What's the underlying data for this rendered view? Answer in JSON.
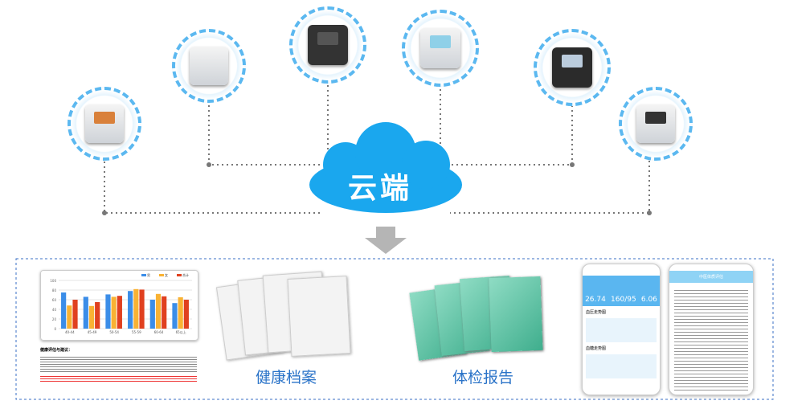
{
  "cloud": {
    "label": "云端",
    "color": "#1aa7ee"
  },
  "devices": [
    "biochemistry-analyzer",
    "blood-analyzer",
    "ultrasound",
    "ecg-machine",
    "blood-pressure-monitor",
    "urine-analyzer"
  ],
  "outputs": {
    "report_doc": {
      "title": "健康评估与建议："
    },
    "health_records": {
      "label": "健康档案"
    },
    "exam_report": {
      "label": "体检报告"
    },
    "app": {
      "bmi": "26.74",
      "bp": "160/95",
      "glucose": "6.06",
      "section1": "血压走势图",
      "section2": "血糖走势图",
      "title2": "中医体质评估"
    }
  },
  "chart_data": {
    "type": "bar",
    "categories": [
      "40-44",
      "45-49",
      "50-54",
      "55-59",
      "60-64",
      "65以上"
    ],
    "ylim": [
      0,
      100
    ],
    "yticks": [
      0,
      20,
      40,
      60,
      80,
      100
    ],
    "series": [
      {
        "name": "男",
        "color": "#3b8de8",
        "values": [
          75,
          66,
          71,
          78,
          60,
          53
        ]
      },
      {
        "name": "女",
        "color": "#f9b233",
        "values": [
          48,
          47,
          66,
          82,
          72,
          65
        ]
      },
      {
        "name": "合计",
        "color": "#e0401f",
        "values": [
          60,
          55,
          68,
          81,
          67,
          60
        ]
      }
    ],
    "legend": "top-right"
  }
}
